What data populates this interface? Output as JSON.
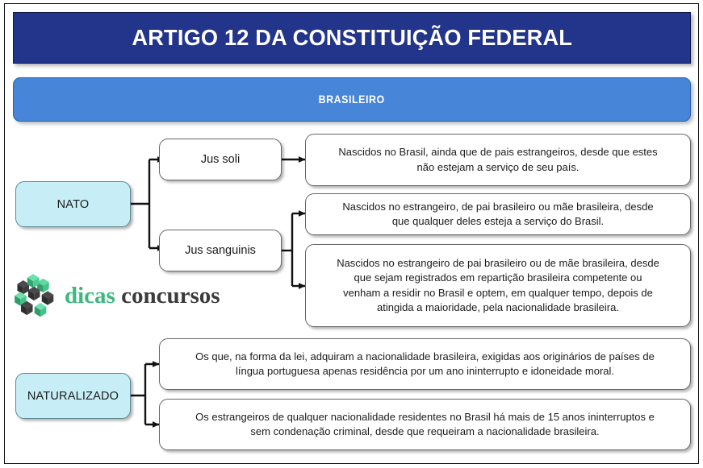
{
  "header": {
    "title": "ARTIGO 12 DA CONSTITUIÇÃO FEDERAL",
    "subtitle": "BRASILEIRO",
    "title_bg": "#23358a",
    "subtitle_bg": "#4785d8",
    "title_color": "#ffffff"
  },
  "categories": [
    {
      "id": "nato",
      "label": "NATO",
      "bg": "#c7eef7",
      "border": "#5d8a93"
    },
    {
      "id": "naturalizado",
      "label": "NATURALIZADO",
      "bg": "#c7eef7",
      "border": "#5d8a93"
    }
  ],
  "middle_nodes": [
    {
      "id": "jus-soli",
      "label": "Jus soli"
    },
    {
      "id": "jus-sanguinis",
      "label": "Jus sanguinis"
    }
  ],
  "detail_boxes": [
    {
      "id": "nato-jus-soli-1",
      "lines": [
        "Nascidos no Brasil, ainda que de pais estrangeiros, desde que estes",
        "não estejam a serviço de seu país."
      ]
    },
    {
      "id": "nato-jus-sanguinis-1",
      "lines": [
        "Nascidos no estrangeiro, de pai brasileiro ou mãe brasileira, desde",
        "que qualquer deles esteja a serviço do Brasil."
      ]
    },
    {
      "id": "nato-jus-sanguinis-2",
      "lines": [
        "Nascidos no estrangeiro de pai brasileiro ou de mãe brasileira, desde",
        "que sejam registrados em repartição brasileira competente ou",
        "venham a residir no Brasil e optem, em qualquer tempo, depois de",
        "atingida a maioridade, pela nacionalidade brasileira."
      ]
    },
    {
      "id": "naturalizado-1",
      "lines": [
        "Os que, na forma da lei, adquiram a nacionalidade brasileira, exigidas aos originários de países de",
        "língua portuguesa apenas residência por um ano ininterrupto e idoneidade moral."
      ]
    },
    {
      "id": "naturalizado-2",
      "lines": [
        "Os estrangeiros de qualquer nacionalidade residentes no Brasil há mais de 15 anos ininterruptos e",
        "sem condenação criminal, desde que requeiram a nacionalidade brasileira."
      ]
    }
  ],
  "logo": {
    "icon": "cube-cluster-icon",
    "word_one": "dicas",
    "word_two": "concursos",
    "word_one_color": "#3db87e",
    "word_two_color": "#3b3b3b"
  }
}
